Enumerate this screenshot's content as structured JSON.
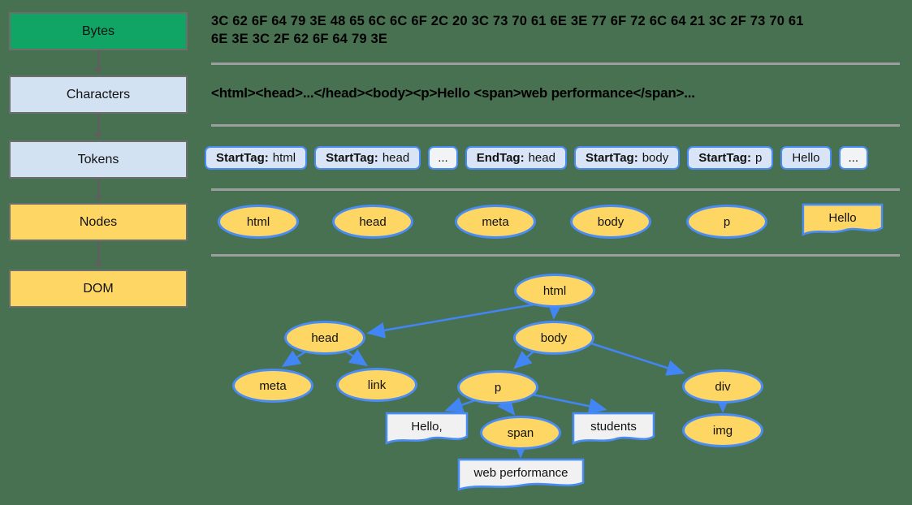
{
  "title": "DOM construction pipeline diagram",
  "flow": {
    "stages": [
      {
        "label": "Bytes",
        "fill": "#10a564"
      },
      {
        "label": "Characters",
        "fill": "#d3e2f2"
      },
      {
        "label": "Tokens",
        "fill": "#d3e2f2"
      },
      {
        "label": "Nodes",
        "fill": "#fdd663"
      },
      {
        "label": "DOM",
        "fill": "#fdd663"
      }
    ]
  },
  "bytes_row": {
    "line1": "3C 62 6F 64 79 3E 48 65 6C 6C 6F 2C 20 3C 73 70 61 6E 3E 77 6F 72 6C 64 21 3C 2F 73 70 61",
    "line2": "6E 3E 3C 2F 62 6F 64 79 3E"
  },
  "characters_row": {
    "text": "<html><head>...</head><body><p>Hello <span>web performance</span>..."
  },
  "tokens_row": {
    "tokens": [
      {
        "bold": "StartTag:",
        "value": "html",
        "kind": "tag"
      },
      {
        "bold": "StartTag:",
        "value": "head",
        "kind": "tag"
      },
      {
        "bold": "",
        "value": "...",
        "kind": "ellipsis"
      },
      {
        "bold": "EndTag:",
        "value": "head",
        "kind": "tag"
      },
      {
        "bold": "StartTag:",
        "value": "body",
        "kind": "tag"
      },
      {
        "bold": "StartTag:",
        "value": "p",
        "kind": "tag"
      },
      {
        "bold": "",
        "value": "Hello",
        "kind": "text"
      },
      {
        "bold": "",
        "value": "...",
        "kind": "ellipsis"
      }
    ]
  },
  "nodes_row": {
    "nodes": [
      {
        "label": "html",
        "shape": "ellipse"
      },
      {
        "label": "head",
        "shape": "ellipse"
      },
      {
        "label": "meta",
        "shape": "ellipse"
      },
      {
        "label": "body",
        "shape": "ellipse"
      },
      {
        "label": "p",
        "shape": "ellipse"
      },
      {
        "label": "Hello",
        "shape": "textnode"
      }
    ]
  },
  "dom_tree": {
    "nodes": [
      {
        "label": "html",
        "shape": "ellipse"
      },
      {
        "label": "head",
        "shape": "ellipse"
      },
      {
        "label": "body",
        "shape": "ellipse"
      },
      {
        "label": "meta",
        "shape": "ellipse"
      },
      {
        "label": "link",
        "shape": "ellipse"
      },
      {
        "label": "p",
        "shape": "ellipse"
      },
      {
        "label": "div",
        "shape": "ellipse"
      },
      {
        "label": "img",
        "shape": "ellipse"
      },
      {
        "label": "Hello,",
        "shape": "textnode"
      },
      {
        "label": "span",
        "shape": "ellipse"
      },
      {
        "label": "students",
        "shape": "textnode"
      },
      {
        "label": "web performance",
        "shape": "textnode"
      }
    ],
    "edges": [
      [
        "html",
        "head"
      ],
      [
        "html",
        "body"
      ],
      [
        "head",
        "meta"
      ],
      [
        "head",
        "link"
      ],
      [
        "body",
        "p"
      ],
      [
        "body",
        "div"
      ],
      [
        "p",
        "Hello,"
      ],
      [
        "p",
        "span"
      ],
      [
        "p",
        "students"
      ],
      [
        "span",
        "web performance"
      ],
      [
        "div",
        "img"
      ]
    ]
  },
  "colors": {
    "background": "#487151",
    "stage_green": "#10a564",
    "stage_blue": "#d3e2f2",
    "stage_yellow": "#fdd663",
    "node_fill_yellow": "#fdd663",
    "textnode_fill_gray": "#f1f1f1",
    "node_border_blue": "#4a8cf5",
    "arrow_blue": "#4285f4",
    "separator_gray": "#9e9e9e",
    "flow_arrow_gray": "#5f5f5f",
    "text_black": "#000000"
  }
}
